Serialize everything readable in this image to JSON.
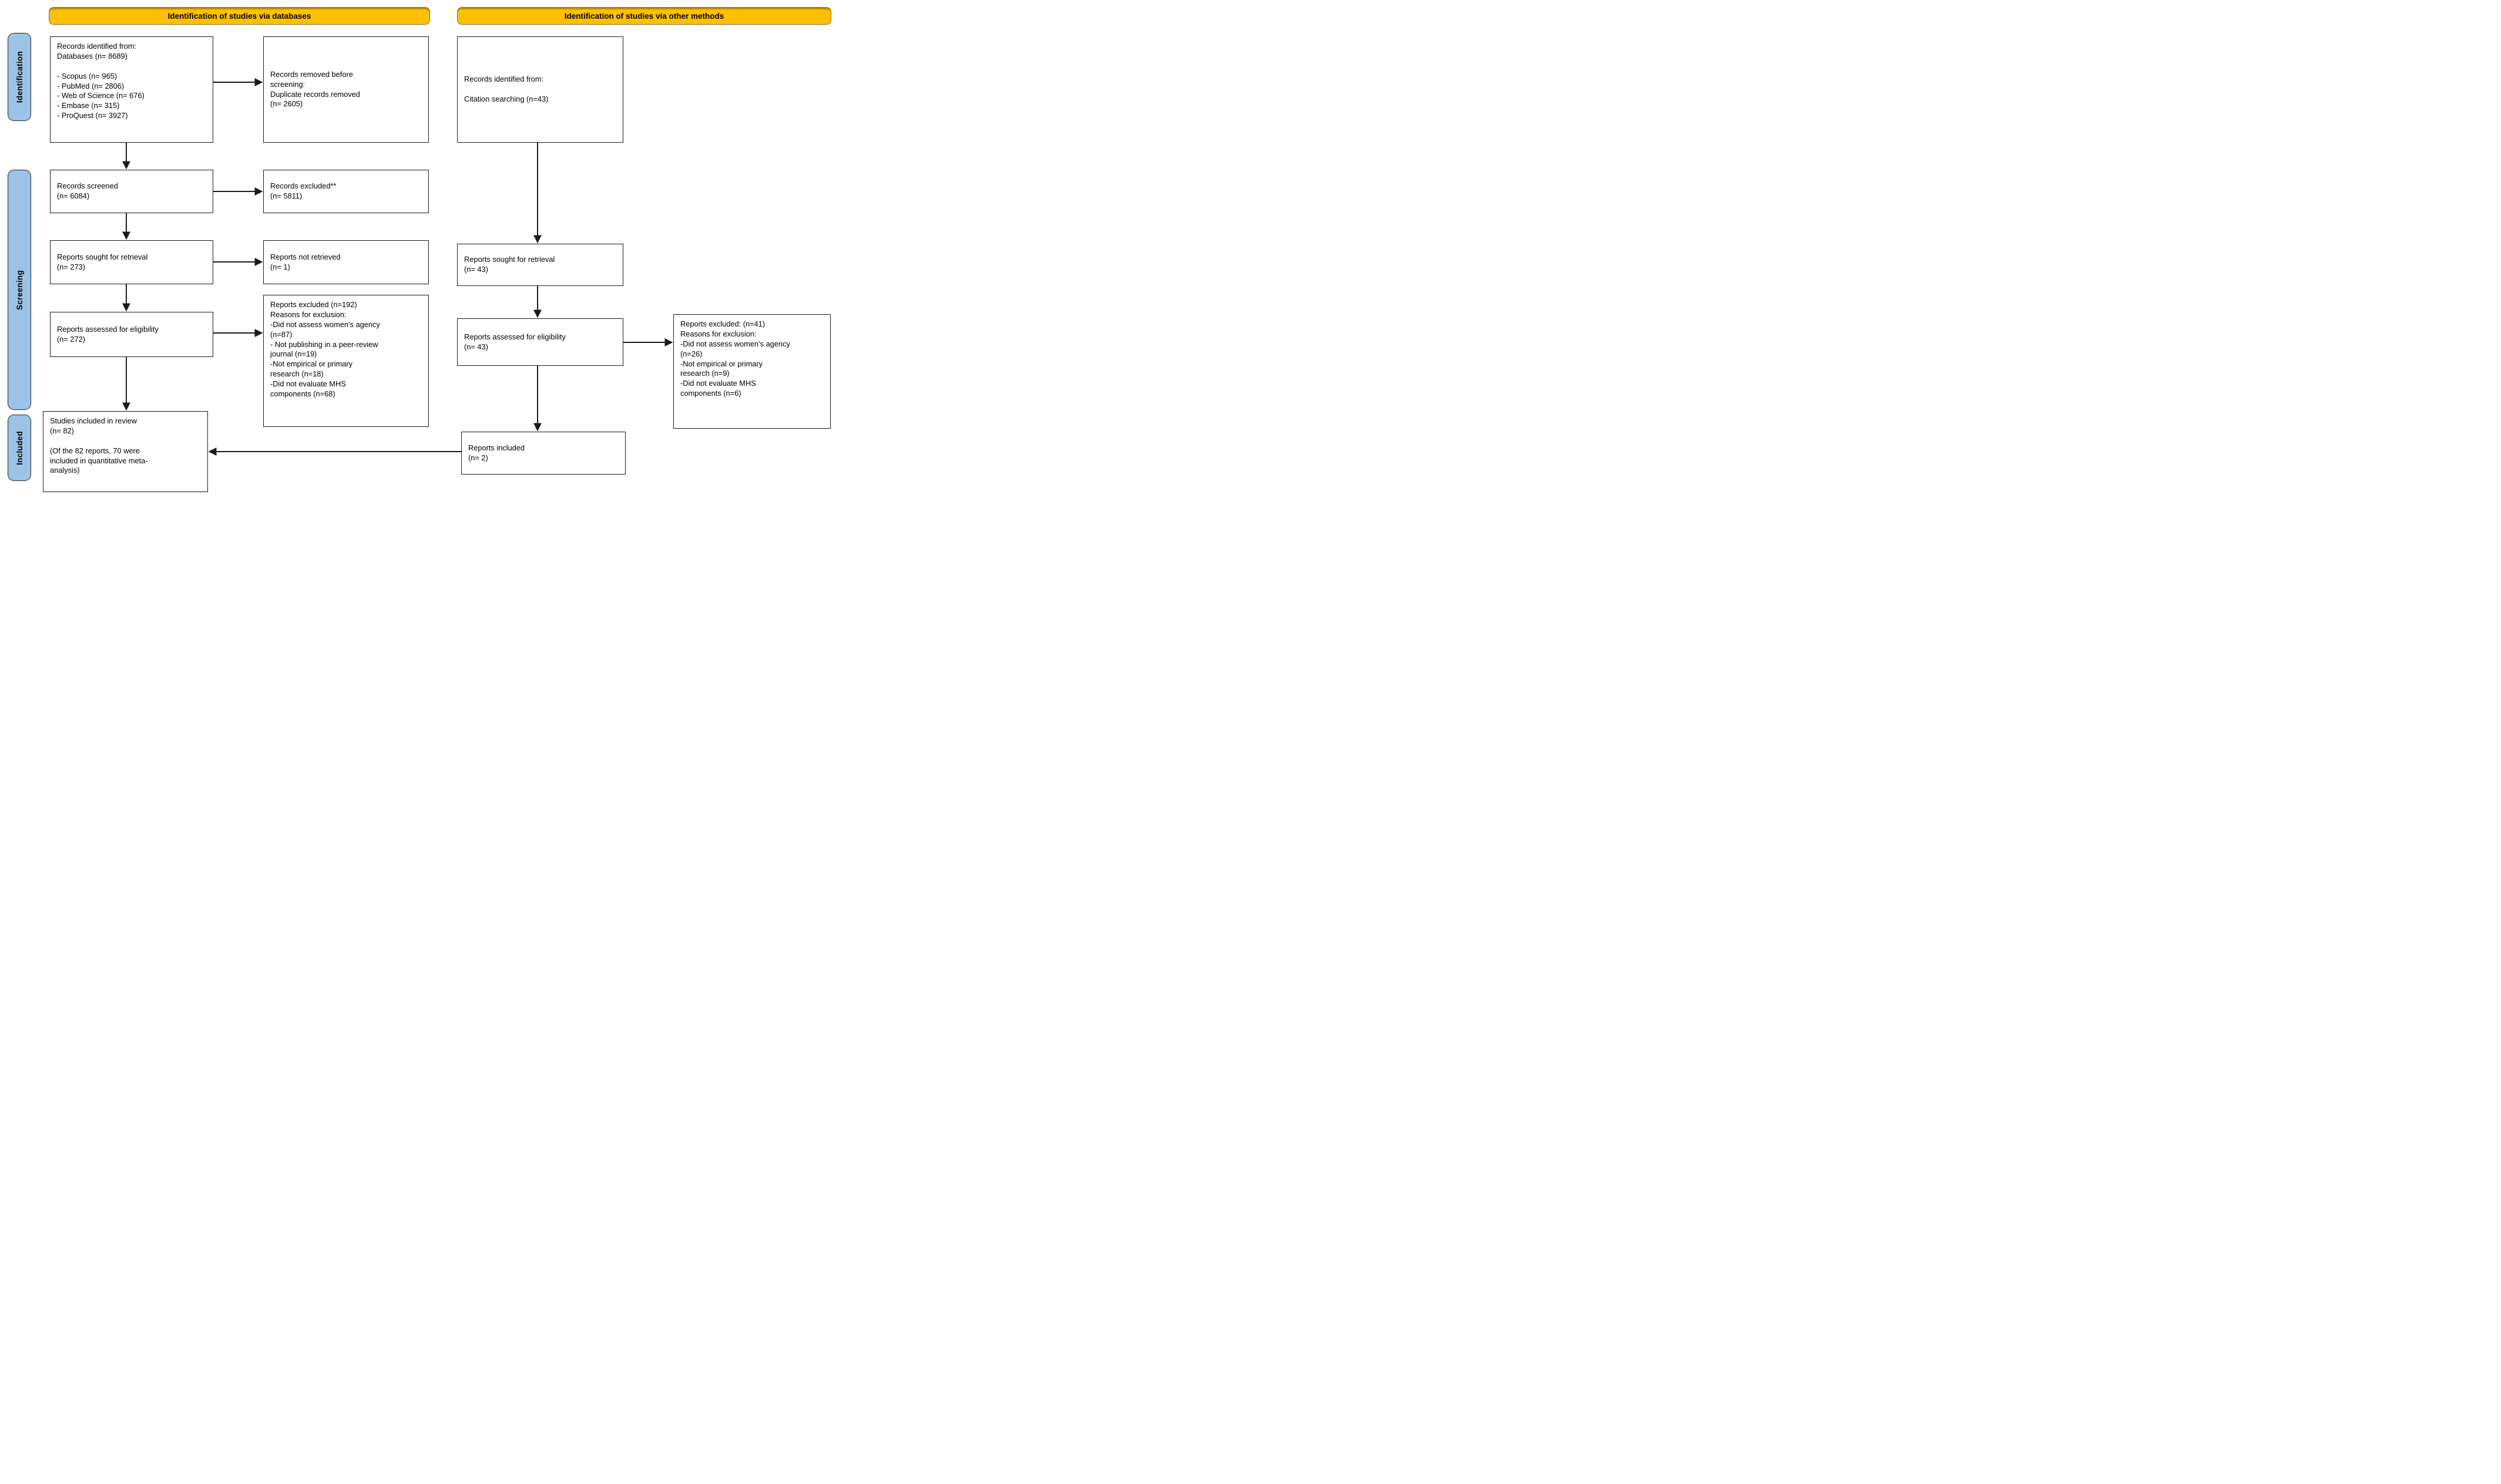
{
  "headers": {
    "databases": "Identification of studies via databases",
    "other_methods": "Identification of studies via other methods"
  },
  "stages": {
    "identification": "Identification",
    "screening": "Screening",
    "included": "Included"
  },
  "boxes": {
    "db_identified": "Records identified from:\nDatabases (n= 8689)\n\n- Scopus (n= 965)\n- PubMed (n= 2806)\n- Web of Science (n= 676)\n- Embase (n= 315)\n- ProQuest (n= 3927)",
    "records_removed": "Records removed before\nscreening:\nDuplicate records removed\n(n= 2605)",
    "records_screened": "Records screened\n(n= 6084)",
    "records_excluded": "Records excluded**\n(n= 5811)",
    "reports_sought_db": "Reports sought for retrieval\n(n= 273)",
    "reports_not_retrieved": "Reports not retrieved\n(n= 1)",
    "reports_assessed_db": "Reports assessed for eligibility\n(n= 272)",
    "reports_excluded_db": "Reports excluded (n=192)\nReasons for exclusion:\n-Did not assess women’s agency\n(n=87)\n- Not publishing in a peer-review\njournal (n=19)\n-Not empirical or primary\nresearch (n=18)\n-Did not evaluate MHS\ncomponents (n=68)",
    "studies_included": "Studies included in review\n(n= 82)\n\n(Of the 82 reports, 70 were\nincluded in quantitative meta-\nanalysis)",
    "citation_identified": "Records identified from:\n\nCitation searching (n=43)",
    "reports_sought_other": "Reports sought for retrieval\n(n= 43)",
    "reports_assessed_other": "Reports assessed for eligibility\n(n= 43)",
    "reports_excluded_other": "Reports excluded: (n=41)\nReasons for exclusion:\n-Did not assess women’s agency\n(n=26)\n-Not empirical or primary\nresearch (n=9)\n-Did not evaluate MHS\ncomponents (n=6)",
    "reports_included": "Reports included\n(n= 2)"
  },
  "colors": {
    "header_bg": "#FFC000",
    "stage_bg": "#9DC3E6",
    "box_border": "#1A1A1A",
    "arrow_color": "#1A1A1A"
  }
}
